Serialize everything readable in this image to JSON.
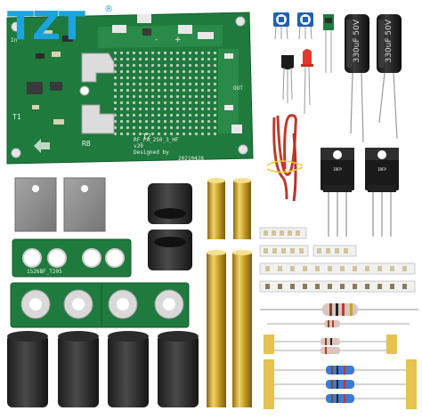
{
  "brand": {
    "logo_text": "TZT",
    "registered_mark": "®",
    "color": "#1aa3dc"
  },
  "main_board": {
    "silkscreen": {
      "model": "RF_PA_250_3_HF",
      "version": "v20",
      "designed_by": "Designed by",
      "date": "20210428",
      "t1": "T1",
      "t2": "T2",
      "rb": "RB",
      "out_label": "OUT",
      "in_label": "In"
    },
    "color": "#1f7a3e"
  },
  "transistor_board": {
    "label": "1526BF_T205"
  },
  "capacitors": [
    {
      "label": "330uF 50V"
    },
    {
      "label": "330uF 50V"
    }
  ],
  "mosfets": [
    {
      "label": "IRFP"
    },
    {
      "label": "IRFP"
    }
  ],
  "colors": {
    "pcb_green": "#1f7a3e",
    "copper_wire": "#c0392b",
    "brass_tube": "#c9a227",
    "ferrite": "#2a2a2a",
    "insulator_pad": "#8d8d8d"
  }
}
